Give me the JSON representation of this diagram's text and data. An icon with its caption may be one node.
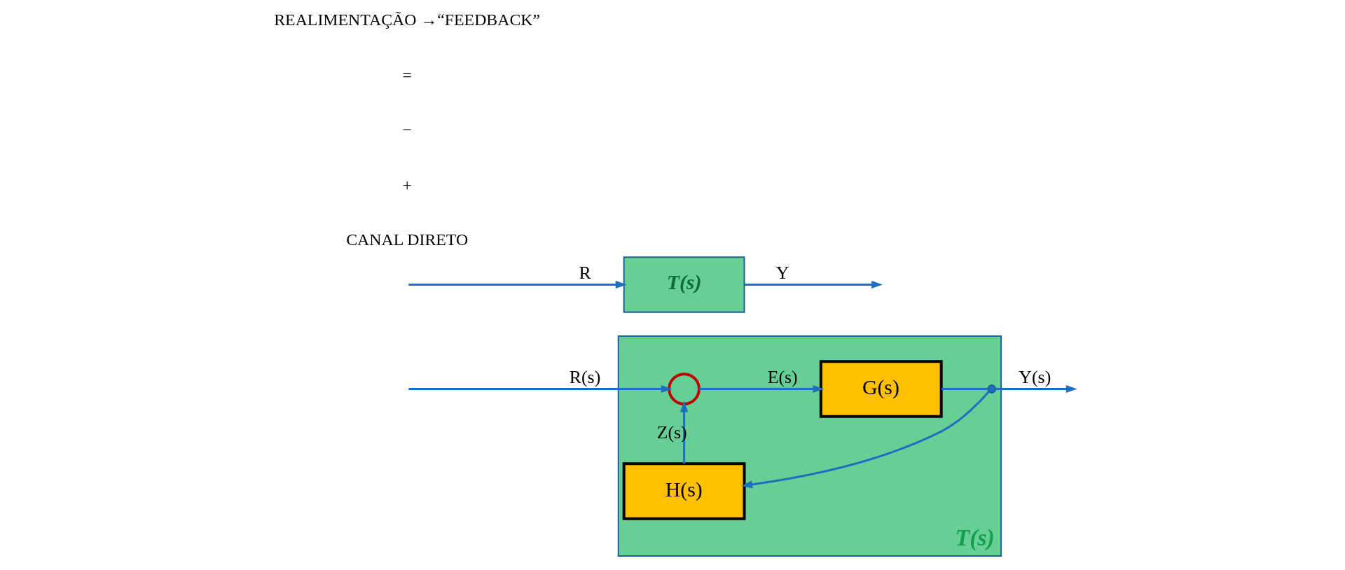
{
  "diagram": {
    "nodes": [
      {
        "text": [
          "T(s)"
        ]
      },
      {
        "text": [],
        "shape": "circle",
        "in": 0
      },
      {
        "text": [
          "G(s)"
        ],
        "in": 0
      },
      {
        "text": [
          "H(s)"
        ],
        "in": 0
      },
      {
        "text": [],
        "shape": "circle",
        "in": 0
      },
      {
        "text": [
          "T(s)"
        ]
      }
    ],
    "edges": [
      {
        "from": null,
        "to": 1,
        "arrow": "to",
        "label": "R(s)"
      },
      {
        "from": 1,
        "to": 2,
        "arrow": "to",
        "label": "E(s)"
      },
      {
        "from": 2,
        "to": 4,
        "arrow": "none"
      },
      {
        "from": 4,
        "to": null,
        "arrow": "to",
        "label": "Y(s)"
      },
      {
        "from": 4,
        "to": 3,
        "arrow": "to"
      },
      {
        "from": 3,
        "to": 1,
        "arrow": "to",
        "label": "Z(s)"
      },
      {
        "from": null,
        "to": 5,
        "arrow": "to",
        "label": "R"
      },
      {
        "from": 5,
        "to": null,
        "arrow": "to",
        "label": "Y"
      }
    ],
    "labels": [
      "CANAL DIRETO",
      "+",
      "−",
      "=",
      "REALIMENTAÇÃO →“FEEDBACK”"
    ]
  }
}
